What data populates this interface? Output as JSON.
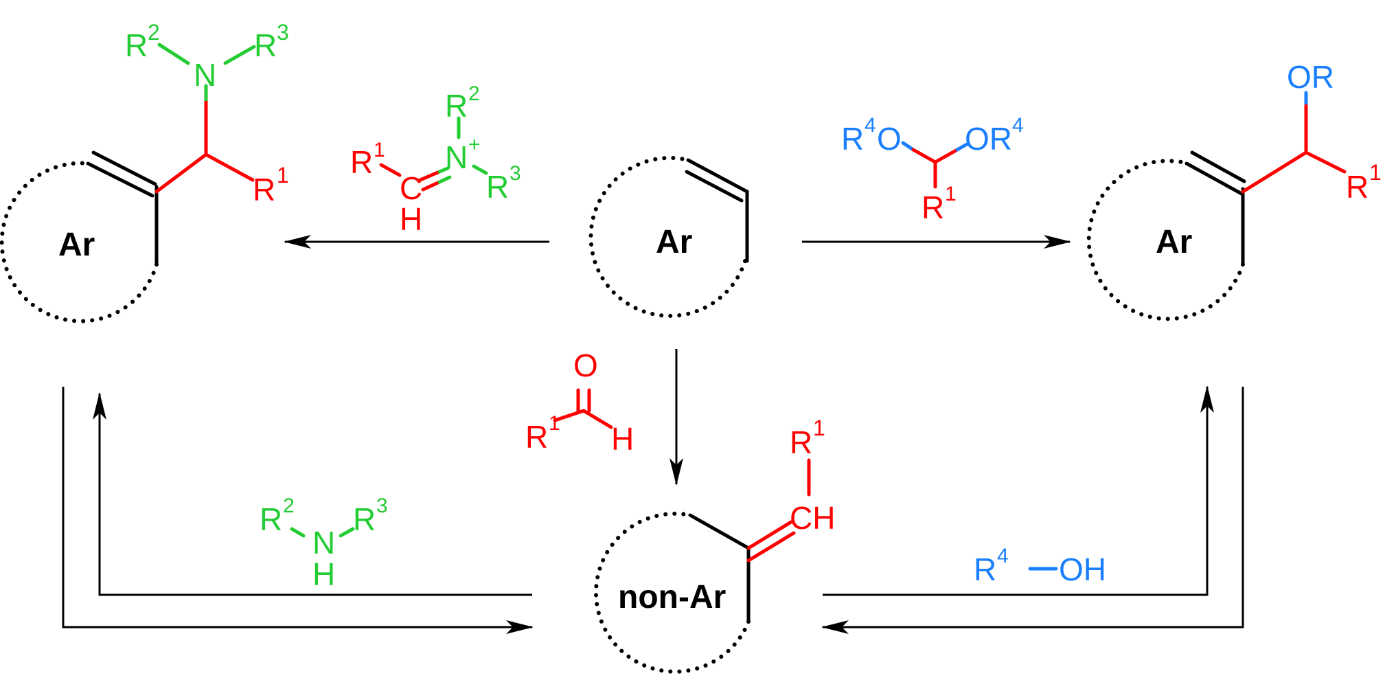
{
  "colors": {
    "black": "#000000",
    "red": "#ff0000",
    "green": "#22cc33",
    "blue": "#1a7fff"
  },
  "labels": {
    "ar": "Ar",
    "non_ar": "non-Ar",
    "R": "R",
    "N": "N",
    "N_plus": "N",
    "plus": "+",
    "C": "C",
    "H": "H",
    "CH": "CH",
    "O": "O",
    "OR": "OR",
    "OH": "OH",
    "sup1": "1",
    "sup2": "2",
    "sup3": "3",
    "sup4": "4"
  }
}
